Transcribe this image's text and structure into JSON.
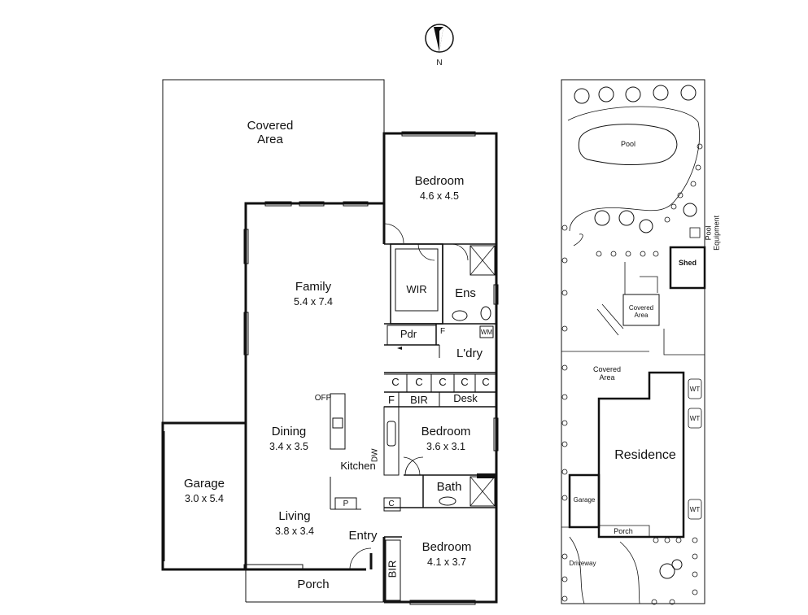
{
  "compass": {
    "letter": "N",
    "icon": "north-arrow-icon"
  },
  "floor_plan": {
    "covered_area": {
      "line1": "Covered",
      "line2": "Area"
    },
    "bedroom_main": {
      "name": "Bedroom",
      "dims": "4.6 x 4.5"
    },
    "wir": "WIR",
    "ens": "Ens",
    "pdr": "Pdr",
    "f1": "F",
    "wm": "WM",
    "laundry": "L'dry",
    "family": {
      "name": "Family",
      "dims": "5.4 x 7.4"
    },
    "ofp": "OFP",
    "cupboards": [
      "C",
      "C",
      "C",
      "C",
      "C"
    ],
    "f2": "F",
    "bir_top": "BIR",
    "desk": "Desk",
    "dining": {
      "name": "Dining",
      "dims": "3.4 x 3.5"
    },
    "dw": "DW",
    "kitchen": "Kitchen",
    "bedroom_mid": {
      "name": "Bedroom",
      "dims": "3.6 x 3.1"
    },
    "garage": {
      "name": "Garage",
      "dims": "3.0 x 5.4"
    },
    "pantry": "P",
    "c_entry": "C",
    "bath": "Bath",
    "living": {
      "name": "Living",
      "dims": "3.8 x 3.4"
    },
    "entry": "Entry",
    "bir_bottom": "BIR",
    "bedroom_front": {
      "name": "Bedroom",
      "dims": "4.1 x 3.7"
    },
    "porch": "Porch"
  },
  "site_plan": {
    "pool": "Pool",
    "pool_equipment": {
      "line1": "Pool",
      "line2": "Equipment"
    },
    "shed": "Shed",
    "covered_area_small": {
      "line1": "Covered",
      "line2": "Area"
    },
    "covered_area": {
      "line1": "Covered",
      "line2": "Area"
    },
    "wt_labels": [
      "WT",
      "WT",
      "WT"
    ],
    "residence": "Residence",
    "garage": "Garage",
    "porch": "Porch",
    "driveway": "Driveway"
  }
}
